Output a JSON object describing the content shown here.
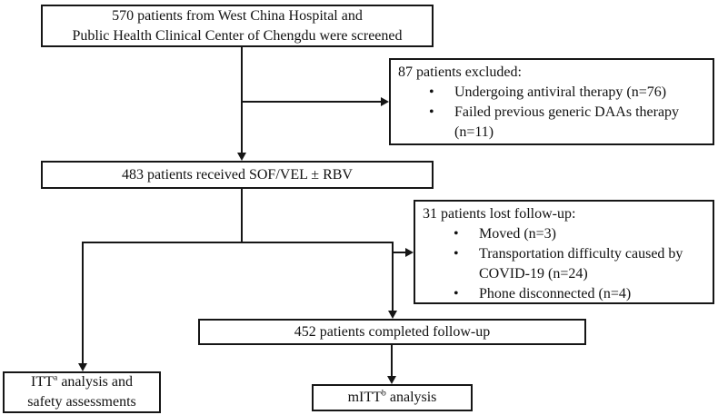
{
  "figure": {
    "type": "patient-flowchart",
    "boxes": {
      "screened": {
        "line1": "570 patients from West China Hospital and",
        "line2": "Public Health Clinical Center of Chengdu were screened"
      },
      "excluded": {
        "title": "87 patients excluded:",
        "items": [
          [
            "Undergoing antiviral therapy (n=76)"
          ],
          [
            "Failed previous generic DAAs therapy",
            "(n=11)"
          ]
        ]
      },
      "received": {
        "text": "483 patients received SOF/VEL ± RBV"
      },
      "lost": {
        "title": "31 patients lost follow-up:",
        "items": [
          [
            "Moved (n=3)"
          ],
          [
            "Transportation difficulty caused by",
            "COVID-19 (n=24)"
          ],
          [
            "Phone disconnected (n=4)"
          ]
        ]
      },
      "completed": {
        "text": "452 patients completed follow-up"
      },
      "itt": {
        "pre": "ITT",
        "sup": "a",
        "post": " analysis and",
        "line2": "safety assessments"
      },
      "mitt": {
        "pre": "mITT",
        "sup": "b",
        "post": " analysis"
      }
    },
    "colors": {
      "line": "#161616",
      "text": "#111111",
      "background": "#ffffff"
    }
  }
}
